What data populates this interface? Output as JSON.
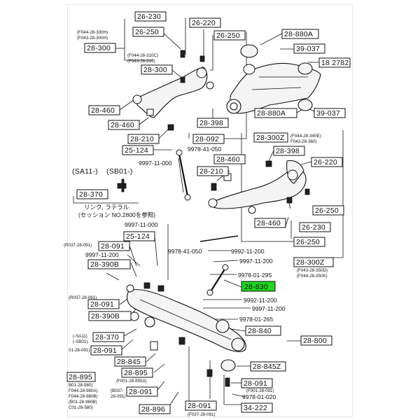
{
  "colors": {
    "ink": "#111111",
    "highlight": "#1fd51f",
    "paper": "#ffffff"
  },
  "labels": {
    "l_28230": "26-230",
    "l_26250a": "26-250",
    "l_26220a": "26-220",
    "l_26250b": "26-250",
    "l_28300a": "28-300",
    "l_28300b": "28-300",
    "l_28880a": "28-880A",
    "l_39037a": "39-037",
    "l_182782": "18 2782",
    "l_28460a": "28-460",
    "l_28460b": "28-460",
    "l_28210a": "28-210",
    "l_25124a": "25-124",
    "l_28398a": "28-398",
    "l_28092": "28-092",
    "l_28880b": "28-880A",
    "l_39037b": "39-037",
    "l_9978_41_050a": "9978-41-050",
    "l_9997_11_000a": "9997-11-000",
    "l_28300z_a": "28-300Z",
    "l_28398b": "28-398",
    "l_28460c": "28-460",
    "l_28210b": "28-210",
    "l_26220b": "26-220",
    "l_sa1": "(SA11-)",
    "l_sb01": "(SB01-)",
    "l_28370a": "28-370",
    "l_26250c": "26-250",
    "l_28460d": "28-460",
    "l_26230b": "26-230",
    "l_26250d": "26-250",
    "l_9997_11_000b": "9997-11-000",
    "l_25124b": "25-124",
    "l_28091a": "28-091",
    "l_9997_11_200a": "9997-11-200",
    "l_28390b_a": "28-390B",
    "l_9978_41_050b": "9978-41-050",
    "l_9992_11_200a": "9992-11-200",
    "l_9997_11_200b": "9997-11-200",
    "l_9978_01_295": "9978-01-295",
    "l_28300z_b": "28-300Z",
    "l_28830": "28-830",
    "l_28091b": "28-091",
    "l_9992_11_200b": "9992-11-200",
    "l_9997_11_200c": "9997-11-200",
    "l_28390b_b": "28-390B",
    "l_9978_01_265": "9978-01-265",
    "l_28840": "28-840",
    "l_28370b": "28-370",
    "l_28800": "28-800",
    "l_28091c": "28-091",
    "l_28845": "28-845",
    "l_28845z": "28-845Z",
    "l_28895a": "28-895",
    "l_28895b": "28-895",
    "l_28091d": "28-091",
    "l_28091e": "28-091",
    "l_9978_01_020": "9978-01-020",
    "l_28896": "28-896",
    "l_28091f": "28-091",
    "l_34222": "34-222"
  },
  "notes": {
    "n_f044_300h": "(F044-28-300H)",
    "n_f043_300h": "(F043-28-300H)",
    "n_f044_310c": "(F044-28-310C)",
    "n_f043_310": "(F043-28-310)",
    "n_f044_340e": "(F044-28-340E)",
    "n_f043_360": "F043-28-360)",
    "n_link_jp1": "リンク, ラテラル",
    "n_link_jp2": "(セッション NO.2800を参照)",
    "n_r037_091a": "(R037-28-091)",
    "n_r037_091b": "(R037-28-091)",
    "n_sa11": "(-SA11)",
    "n_sb01": "(-SB01)",
    "n_dash01": "01-28-091)",
    "n_f001_855a": "(F001-28-855A)",
    "n_b01_980": "B01-28-980)",
    "n_f044_980a": "F044-28-980A)",
    "n_f044_980b": "F044-28-980B)",
    "n_b01_980b": "(B01-28-980B)",
    "n_c01_580": "C01-28-580)",
    "n_b037": "(B037-",
    "n_28_091": "28-091)",
    "n_f043_350d": "(F043-28-350D)",
    "n_f044_350k": "(F044-28-350K)",
    "n_f001_091": "(F001-28-091)",
    "n_f037_091": "(F037-28-091)"
  }
}
